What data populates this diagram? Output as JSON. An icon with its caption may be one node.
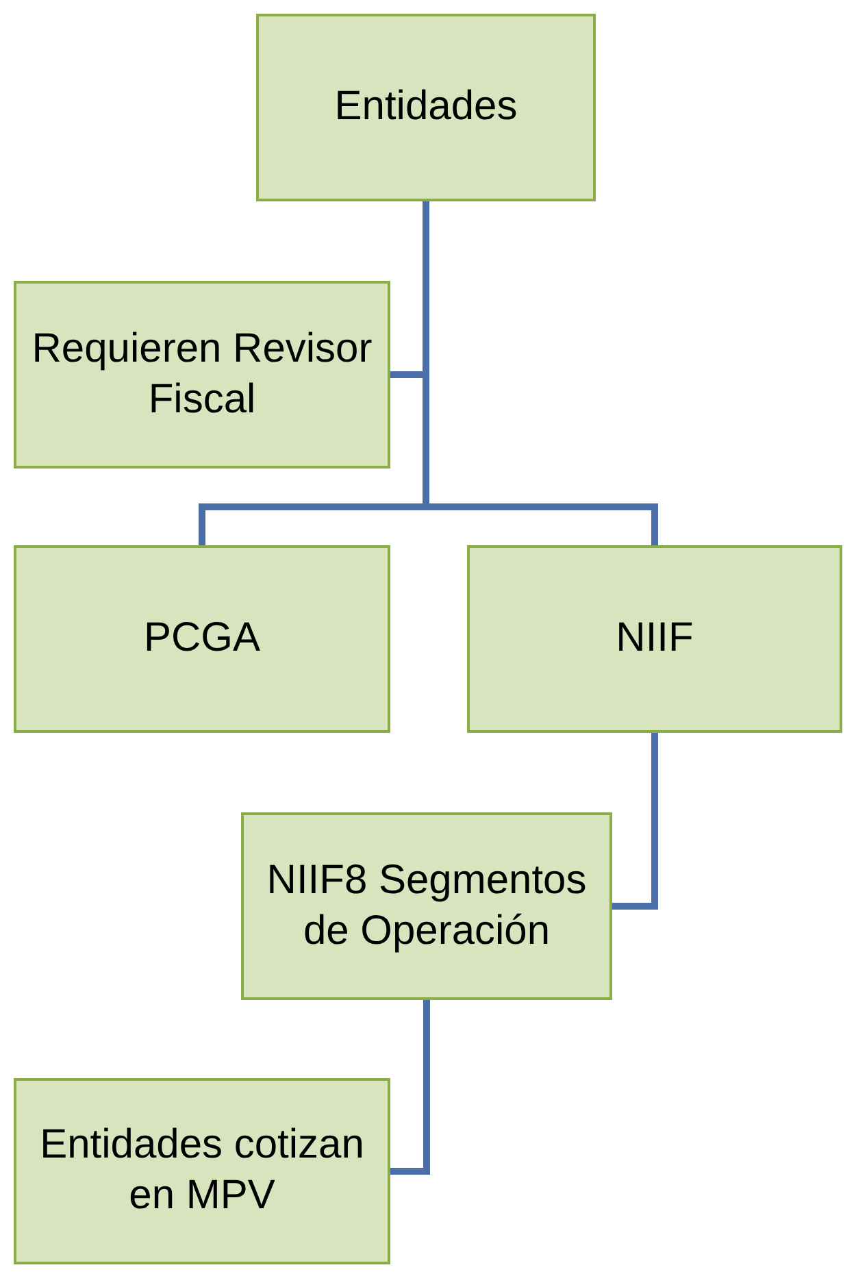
{
  "diagram": {
    "nodes": [
      {
        "text": [
          "Entidades"
        ]
      },
      {
        "text": [
          "Requieren Revisor Fiscal"
        ]
      },
      {
        "text": [
          "PCGA"
        ]
      },
      {
        "text": [
          "NIIF"
        ]
      },
      {
        "text": [
          "NIIF8 Segmentos de Operación"
        ]
      },
      {
        "text": [
          "Entidades cotizan en MPV"
        ]
      }
    ],
    "edges": [
      {
        "from": 0,
        "to": 1,
        "arrow": "none"
      },
      {
        "from": 0,
        "to": 2,
        "arrow": "none"
      },
      {
        "from": 0,
        "to": 3,
        "arrow": "none"
      },
      {
        "from": 3,
        "to": 4,
        "arrow": "none"
      },
      {
        "from": 4,
        "to": 5,
        "arrow": "none"
      }
    ]
  }
}
